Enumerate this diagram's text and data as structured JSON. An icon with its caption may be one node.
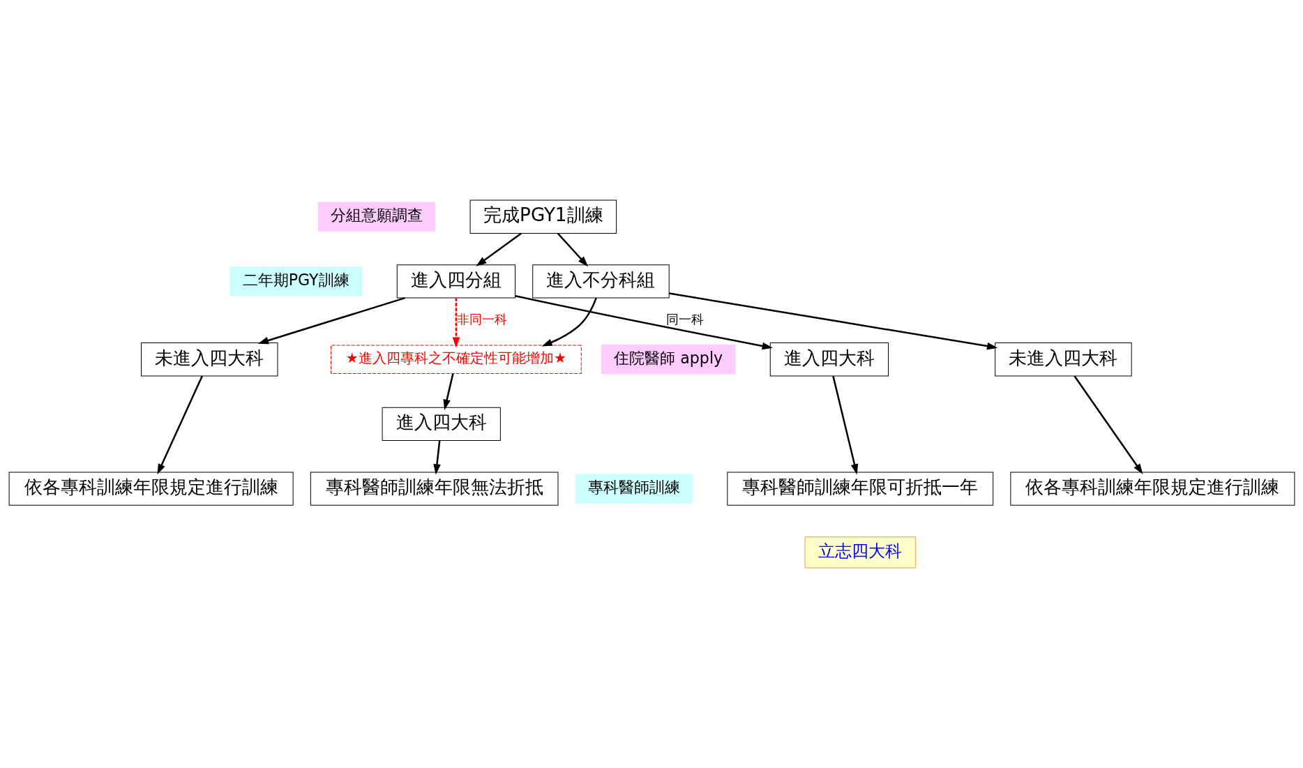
{
  "diagram": {
    "nodes": [
      {
        "text": [
          "完成PGY1訓練"
        ]
      },
      {
        "text": [
          "進入四分組"
        ]
      },
      {
        "text": [
          "進入不分科組"
        ]
      },
      {
        "text": [
          "進入四大科"
        ]
      },
      {
        "text": [
          "未進入四大科"
        ]
      },
      {
        "text": [
          "★進入四專科之不確定性可能增加★"
        ]
      },
      {
        "text": [
          "未進入四大科"
        ]
      },
      {
        "text": [
          "進入四大科"
        ]
      },
      {
        "text": [
          "專科醫師訓練年限可折抵一年"
        ]
      },
      {
        "text": [
          "依各專科訓練年限規定進行訓練"
        ]
      },
      {
        "text": [
          "專科醫師訓練年限無法折抵"
        ]
      },
      {
        "text": [
          "依各專科訓練年限規定進行訓練"
        ]
      },
      {
        "text": [
          "立志四大科"
        ]
      }
    ],
    "edges": [
      {
        "from": 0,
        "to": 1,
        "arrow": "to"
      },
      {
        "from": 0,
        "to": 2,
        "arrow": "to"
      },
      {
        "from": 1,
        "to": 3,
        "arrow": "to",
        "label": "同一科"
      },
      {
        "from": 1,
        "to": 4,
        "arrow": "to"
      },
      {
        "from": 1,
        "to": 5,
        "arrow": "to",
        "label": "非同一科",
        "style": "dashed",
        "color": "#ff0000"
      },
      {
        "from": 2,
        "to": 5,
        "arrow": "to"
      },
      {
        "from": 2,
        "to": 6,
        "arrow": "to"
      },
      {
        "from": 3,
        "to": 8,
        "arrow": "to"
      },
      {
        "from": 4,
        "to": 9,
        "arrow": "to"
      },
      {
        "from": 5,
        "to": 7,
        "arrow": "to"
      },
      {
        "from": 7,
        "to": 10,
        "arrow": "to"
      },
      {
        "from": 6,
        "to": 11,
        "arrow": "to"
      }
    ],
    "labels": [
      "二年期PGY訓練",
      "分組意願調查",
      "住院醫師 apply",
      "專科醫師訓練"
    ]
  }
}
